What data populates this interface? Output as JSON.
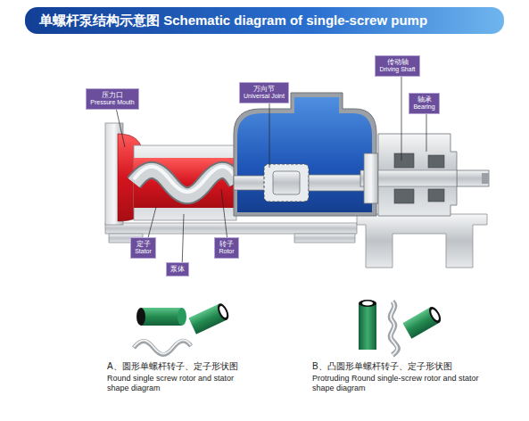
{
  "diagram": {
    "title": "单螺杆泵结构示意图 Schematic diagram of single-screw pump",
    "nodes": [
      {
        "text": [
          "传动轴",
          "Driving Shaft"
        ]
      },
      {
        "text": [
          "万向节",
          "Universal Joint"
        ]
      },
      {
        "text": [
          "压力口",
          "Pressure Mouth"
        ]
      },
      {
        "text": [
          "轴承",
          "Bearing"
        ]
      },
      {
        "text": [
          "定子",
          "Stator"
        ]
      },
      {
        "text": [
          "转子",
          "Rotor"
        ]
      },
      {
        "text": [
          "泵体"
        ]
      }
    ],
    "labels": [
      "A、圆形单螺杆转子、定子形状图",
      "Round single screw rotor and stator shape diagram",
      "B、凸圆形单螺杆转子、定子形状图",
      "Protruding Round single-screw rotor and stator shape diagram"
    ]
  }
}
